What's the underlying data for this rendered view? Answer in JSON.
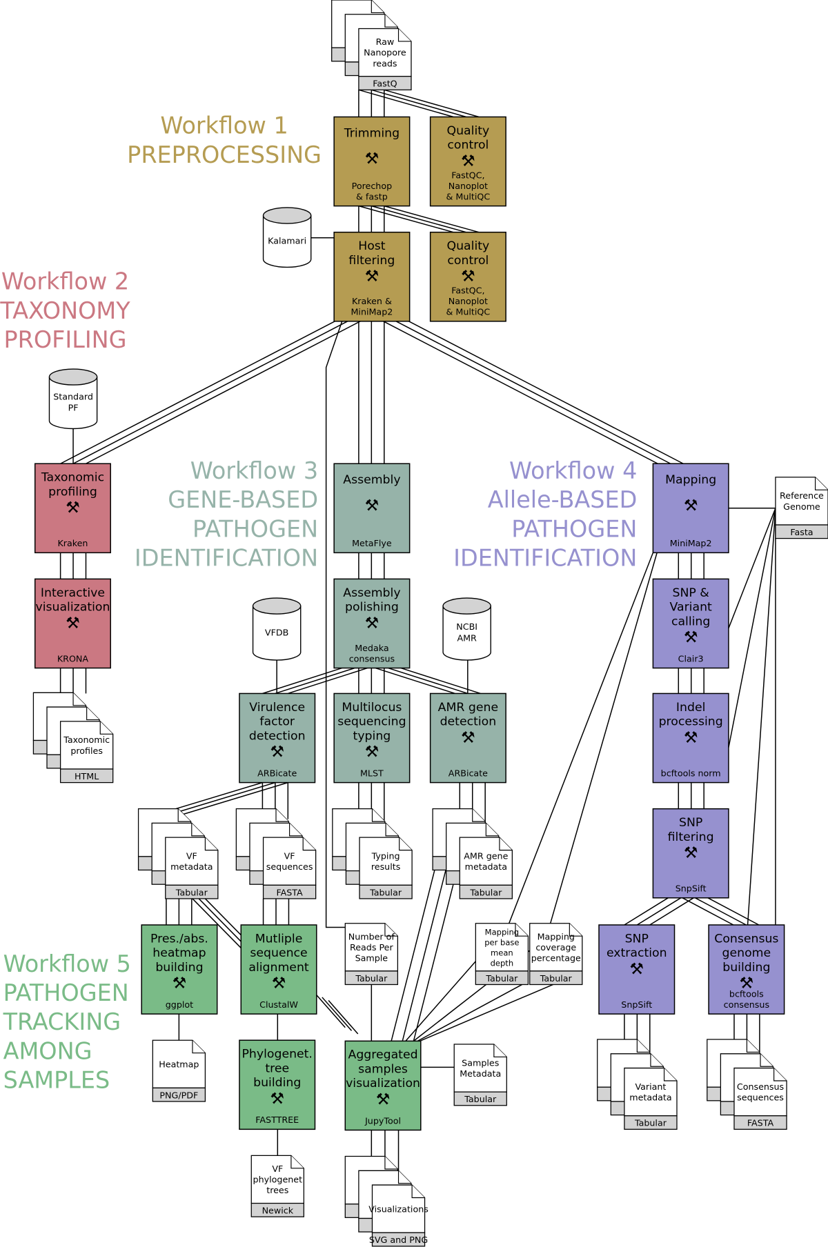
{
  "colors": {
    "workflow1": "#b59c52",
    "workflow2": "#cb7882",
    "workflow3": "#96b3a9",
    "workflow4": "#9691cf",
    "workflow5": "#7abb87"
  },
  "workflows": {
    "wf1": {
      "lines": [
        "Workflow 1",
        "PREPROCESSING"
      ]
    },
    "wf2": {
      "lines": [
        "Workflow 2",
        "TAXONOMY",
        "PROFILING"
      ]
    },
    "wf3": {
      "lines": [
        "Workflow 3",
        "GENE-BASED",
        "PATHOGEN",
        "IDENTIFICATION"
      ]
    },
    "wf4": {
      "lines": [
        "Workflow 4",
        "Allele-BASED",
        "PATHOGEN",
        "IDENTIFICATION"
      ]
    },
    "wf5": {
      "lines": [
        "Workflow 5",
        "PATHOGEN",
        "TRACKING",
        "AMONG",
        "SAMPLES"
      ]
    }
  },
  "tool_icon": "wrench-screwdriver-icon",
  "steps": {
    "trimming": {
      "wf": "workflow1",
      "title": [
        "Trimming"
      ],
      "tool": [
        "Porechop",
        "& fastp"
      ]
    },
    "qc1": {
      "wf": "workflow1",
      "title": [
        "Quality",
        "control"
      ],
      "tool": [
        "FastQC,",
        "Nanoplot",
        "& MultiQC"
      ]
    },
    "host_filtering": {
      "wf": "workflow1",
      "title": [
        "Host",
        "filtering"
      ],
      "tool": [
        "Kraken &",
        "MiniMap2"
      ]
    },
    "qc2": {
      "wf": "workflow1",
      "title": [
        "Quality",
        "control"
      ],
      "tool": [
        "FastQC,",
        "Nanoplot",
        "& MultiQC"
      ]
    },
    "taxonomic_profiling": {
      "wf": "workflow2",
      "title": [
        "Taxonomic",
        "profiling"
      ],
      "tool": [
        "Kraken"
      ]
    },
    "interactive_visualization": {
      "wf": "workflow2",
      "title": [
        "Interactive",
        "visualization"
      ],
      "tool": [
        "KRONA"
      ]
    },
    "assembly": {
      "wf": "workflow3",
      "title": [
        "Assembly"
      ],
      "tool": [
        "MetaFlye"
      ]
    },
    "assembly_polishing": {
      "wf": "workflow3",
      "title": [
        "Assembly",
        "polishing"
      ],
      "tool": [
        "Medaka",
        "consensus"
      ]
    },
    "virulence_factor_detection": {
      "wf": "workflow3",
      "title": [
        "Virulence",
        "factor",
        "detection"
      ],
      "tool": [
        "ARBicate"
      ]
    },
    "mlst": {
      "wf": "workflow3",
      "title": [
        "Multilocus",
        "sequencing",
        "typing"
      ],
      "tool": [
        "MLST"
      ]
    },
    "amr_gene_detection": {
      "wf": "workflow3",
      "title": [
        "AMR gene",
        "detection"
      ],
      "tool": [
        "ARBicate"
      ]
    },
    "mapping": {
      "wf": "workflow4",
      "title": [
        "Mapping"
      ],
      "tool": [
        "MiniMap2"
      ]
    },
    "snp_variant_calling": {
      "wf": "workflow4",
      "title": [
        "SNP &",
        "Variant",
        "calling"
      ],
      "tool": [
        "Clair3"
      ]
    },
    "indel_processing": {
      "wf": "workflow4",
      "title": [
        "Indel",
        "processing"
      ],
      "tool": [
        "bcftools norm"
      ]
    },
    "snp_filtering": {
      "wf": "workflow4",
      "title": [
        "SNP",
        "filtering"
      ],
      "tool": [
        "SnpSift"
      ]
    },
    "snp_extraction": {
      "wf": "workflow4",
      "title": [
        "SNP",
        "extraction"
      ],
      "tool": [
        "SnpSift"
      ]
    },
    "consensus_genome_building": {
      "wf": "workflow4",
      "title": [
        "Consensus",
        "genome",
        "building"
      ],
      "tool": [
        "bcftools",
        "consensus"
      ]
    },
    "heatmap_building": {
      "wf": "workflow5",
      "title": [
        "Pres./abs.",
        "heatmap",
        "building"
      ],
      "tool": [
        "ggplot"
      ]
    },
    "msa": {
      "wf": "workflow5",
      "title": [
        "Mutliple",
        "sequence",
        "alignment"
      ],
      "tool": [
        "ClustalW"
      ]
    },
    "phylogenetic_tree_building": {
      "wf": "workflow5",
      "title": [
        "Phylogenet.",
        "tree",
        "building"
      ],
      "tool": [
        "FASTTREE"
      ]
    },
    "aggregated_samples_visualization": {
      "wf": "workflow5",
      "title": [
        "Aggregated",
        "samples",
        "visualization"
      ],
      "tool": [
        "JupyTool"
      ]
    }
  },
  "databases": {
    "kalamari": {
      "lines": [
        "Kalamari"
      ]
    },
    "standard_pf": {
      "lines": [
        "Standard",
        "PF"
      ]
    },
    "vfdb": {
      "lines": [
        "VFDB"
      ]
    },
    "ncbi_amr": {
      "lines": [
        "NCBI",
        "AMR"
      ]
    }
  },
  "documents": {
    "raw_reads": {
      "lines": [
        "Raw",
        "Nanopore",
        "reads"
      ],
      "format": "FastQ"
    },
    "taxonomic_profiles": {
      "lines": [
        "Taxonomic",
        "profiles"
      ],
      "format": "HTML"
    },
    "vf_metadata": {
      "lines": [
        "VF",
        "metadata"
      ],
      "format": "Tabular"
    },
    "vf_sequences": {
      "lines": [
        "VF",
        "sequences"
      ],
      "format": "FASTA"
    },
    "typing_results": {
      "lines": [
        "Typing",
        "results"
      ],
      "format": "Tabular"
    },
    "amr_gene_metadata": {
      "lines": [
        "AMR gene",
        "metadata"
      ],
      "format": "Tabular"
    },
    "reference_genome": {
      "lines": [
        "Reference",
        "Genome"
      ],
      "format": "Fasta"
    },
    "reads_per_sample": {
      "lines": [
        "Number of",
        "Reads Per",
        "Sample"
      ],
      "format": "Tabular"
    },
    "mapping_depth": {
      "lines": [
        "Mapping",
        "per base",
        "mean",
        "depth"
      ],
      "format": "Tabular"
    },
    "mapping_coverage": {
      "lines": [
        "Mapping",
        "coverage",
        "percentage"
      ],
      "format": "Tabular"
    },
    "heatmap": {
      "lines": [
        "Heatmap"
      ],
      "format": "PNG/PDF"
    },
    "samples_metadata": {
      "lines": [
        "Samples",
        "Metadata"
      ],
      "format": "Tabular"
    },
    "variant_metadata": {
      "lines": [
        "Variant",
        "metadata"
      ],
      "format": "Tabular"
    },
    "consensus_sequences": {
      "lines": [
        "Consensus",
        "sequences"
      ],
      "format": "FASTA"
    },
    "vf_phylogenetic_trees": {
      "lines": [
        "VF",
        "phylogenet",
        "trees"
      ],
      "format": "Newick"
    },
    "visualizations": {
      "lines": [
        "Visualizations"
      ],
      "format": "SVG and PNG"
    }
  }
}
